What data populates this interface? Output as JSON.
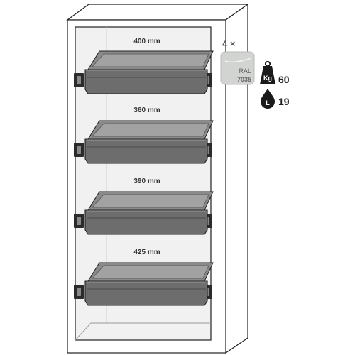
{
  "drawers": [
    {
      "height_label": "400 mm"
    },
    {
      "height_label": "360 mm"
    },
    {
      "height_label": "390 mm"
    },
    {
      "height_label": "425 mm"
    }
  ],
  "spec": {
    "count_label": "4 ×",
    "color_swatch": {
      "ral_label": "RAL",
      "ral_code": "7035",
      "hex": "#d2d4d2"
    },
    "load_icon_text": "Kg",
    "load_value": "60",
    "capacity_icon_text": "L",
    "capacity_value": "19"
  },
  "colors": {
    "drawer_dark": "#6d6d6d",
    "drawer_mid": "#8a8a8a",
    "drawer_light": "#a2a2a2",
    "cabinet_inner": "#f1f1f1",
    "outline": "#222222"
  }
}
